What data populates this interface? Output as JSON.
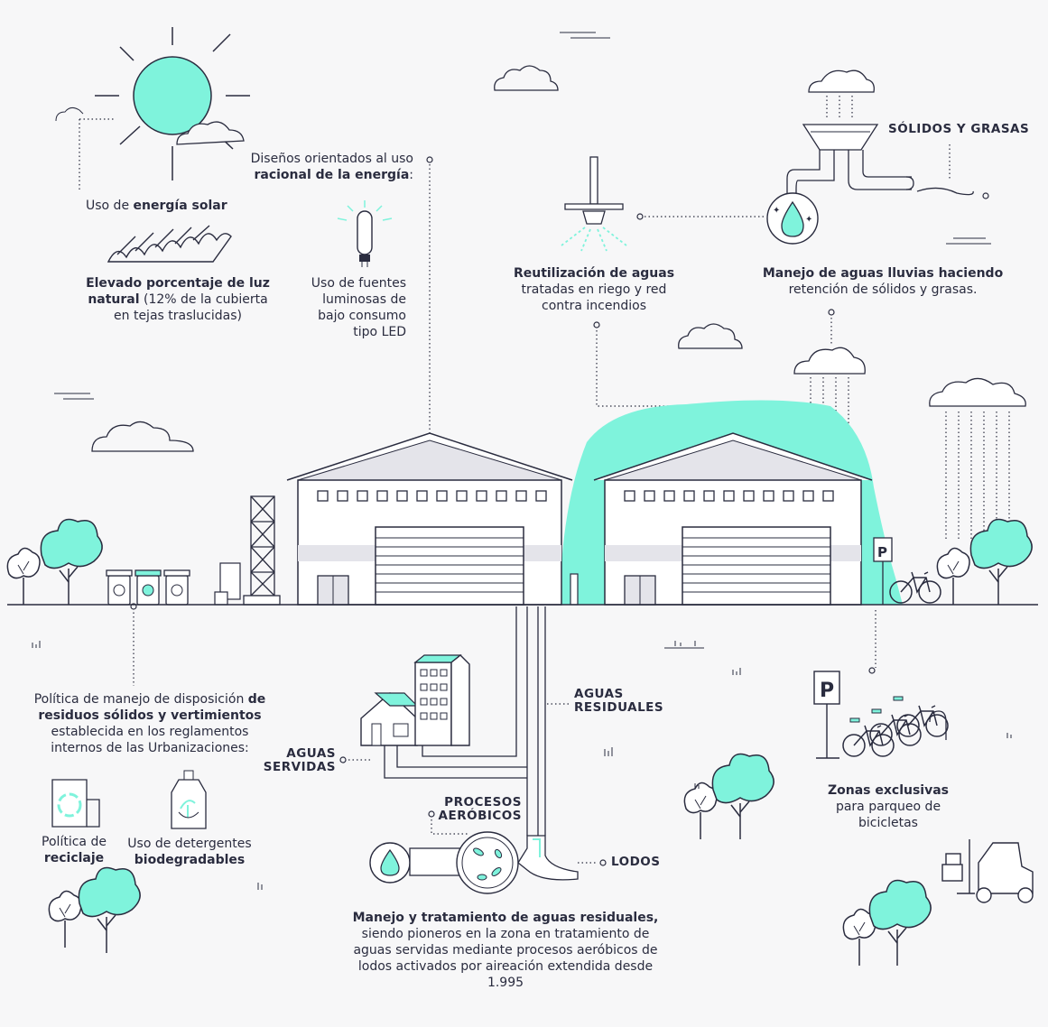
{
  "labels": {
    "solar_pre": "Uso de ",
    "solar_bold": "energía solar",
    "luz_bold": "Elevado porcentaje de luz natural",
    "luz_rest": " (12% de la cubierta en tejas traslucidas)",
    "energia_pre": "Diseños orientados al uso ",
    "energia_bold": "racional de la energía",
    "energia_post": ":",
    "led": "Uso de fuentes luminosas de bajo consumo tipo LED",
    "reuso_bold": "Reutilización de aguas",
    "reuso_rest": "tratadas en riego y red contra incendios",
    "solidos": "SÓLIDOS Y GRASAS",
    "lluvias_bold": "Manejo de aguas lluvias haciendo",
    "lluvias_rest": "retención de sólidos y grasas.",
    "residuos_pre": "Política de manejo de disposición ",
    "residuos_bold": "de residuos sólidos y vertimientos",
    "residuos_post": " establecida en los reglamentos internos de las Urbanizaciones:",
    "reciclaje_pre": "Política de ",
    "reciclaje_bold": "reciclaje",
    "detergentes_pre": "Uso de detergentes ",
    "detergentes_bold": "biodegradables",
    "aguas_residuales": "AGUAS RESIDUALES",
    "aguas_servidas": "AGUAS SERVIDAS",
    "procesos": "PROCESOS AERÓBICOS",
    "lodos": "LODOS",
    "tratamiento_bold": "Manejo y tratamiento de aguas residuales,",
    "tratamiento_rest": "siendo pioneros en la zona en tratamiento de aguas servidas mediante procesos aeróbicos de lodos activados por aireación extendida desde 1.995",
    "zonas_bold": "Zonas exclusivas",
    "zonas_rest": " para parqueo de bicicletas",
    "parking_letter": "P"
  },
  "colors": {
    "accent": "#7ff3dc",
    "ink": "#2a2c3f",
    "background": "#f7f7f8",
    "wall": "#ffffff",
    "shade": "#e4e4ea"
  }
}
